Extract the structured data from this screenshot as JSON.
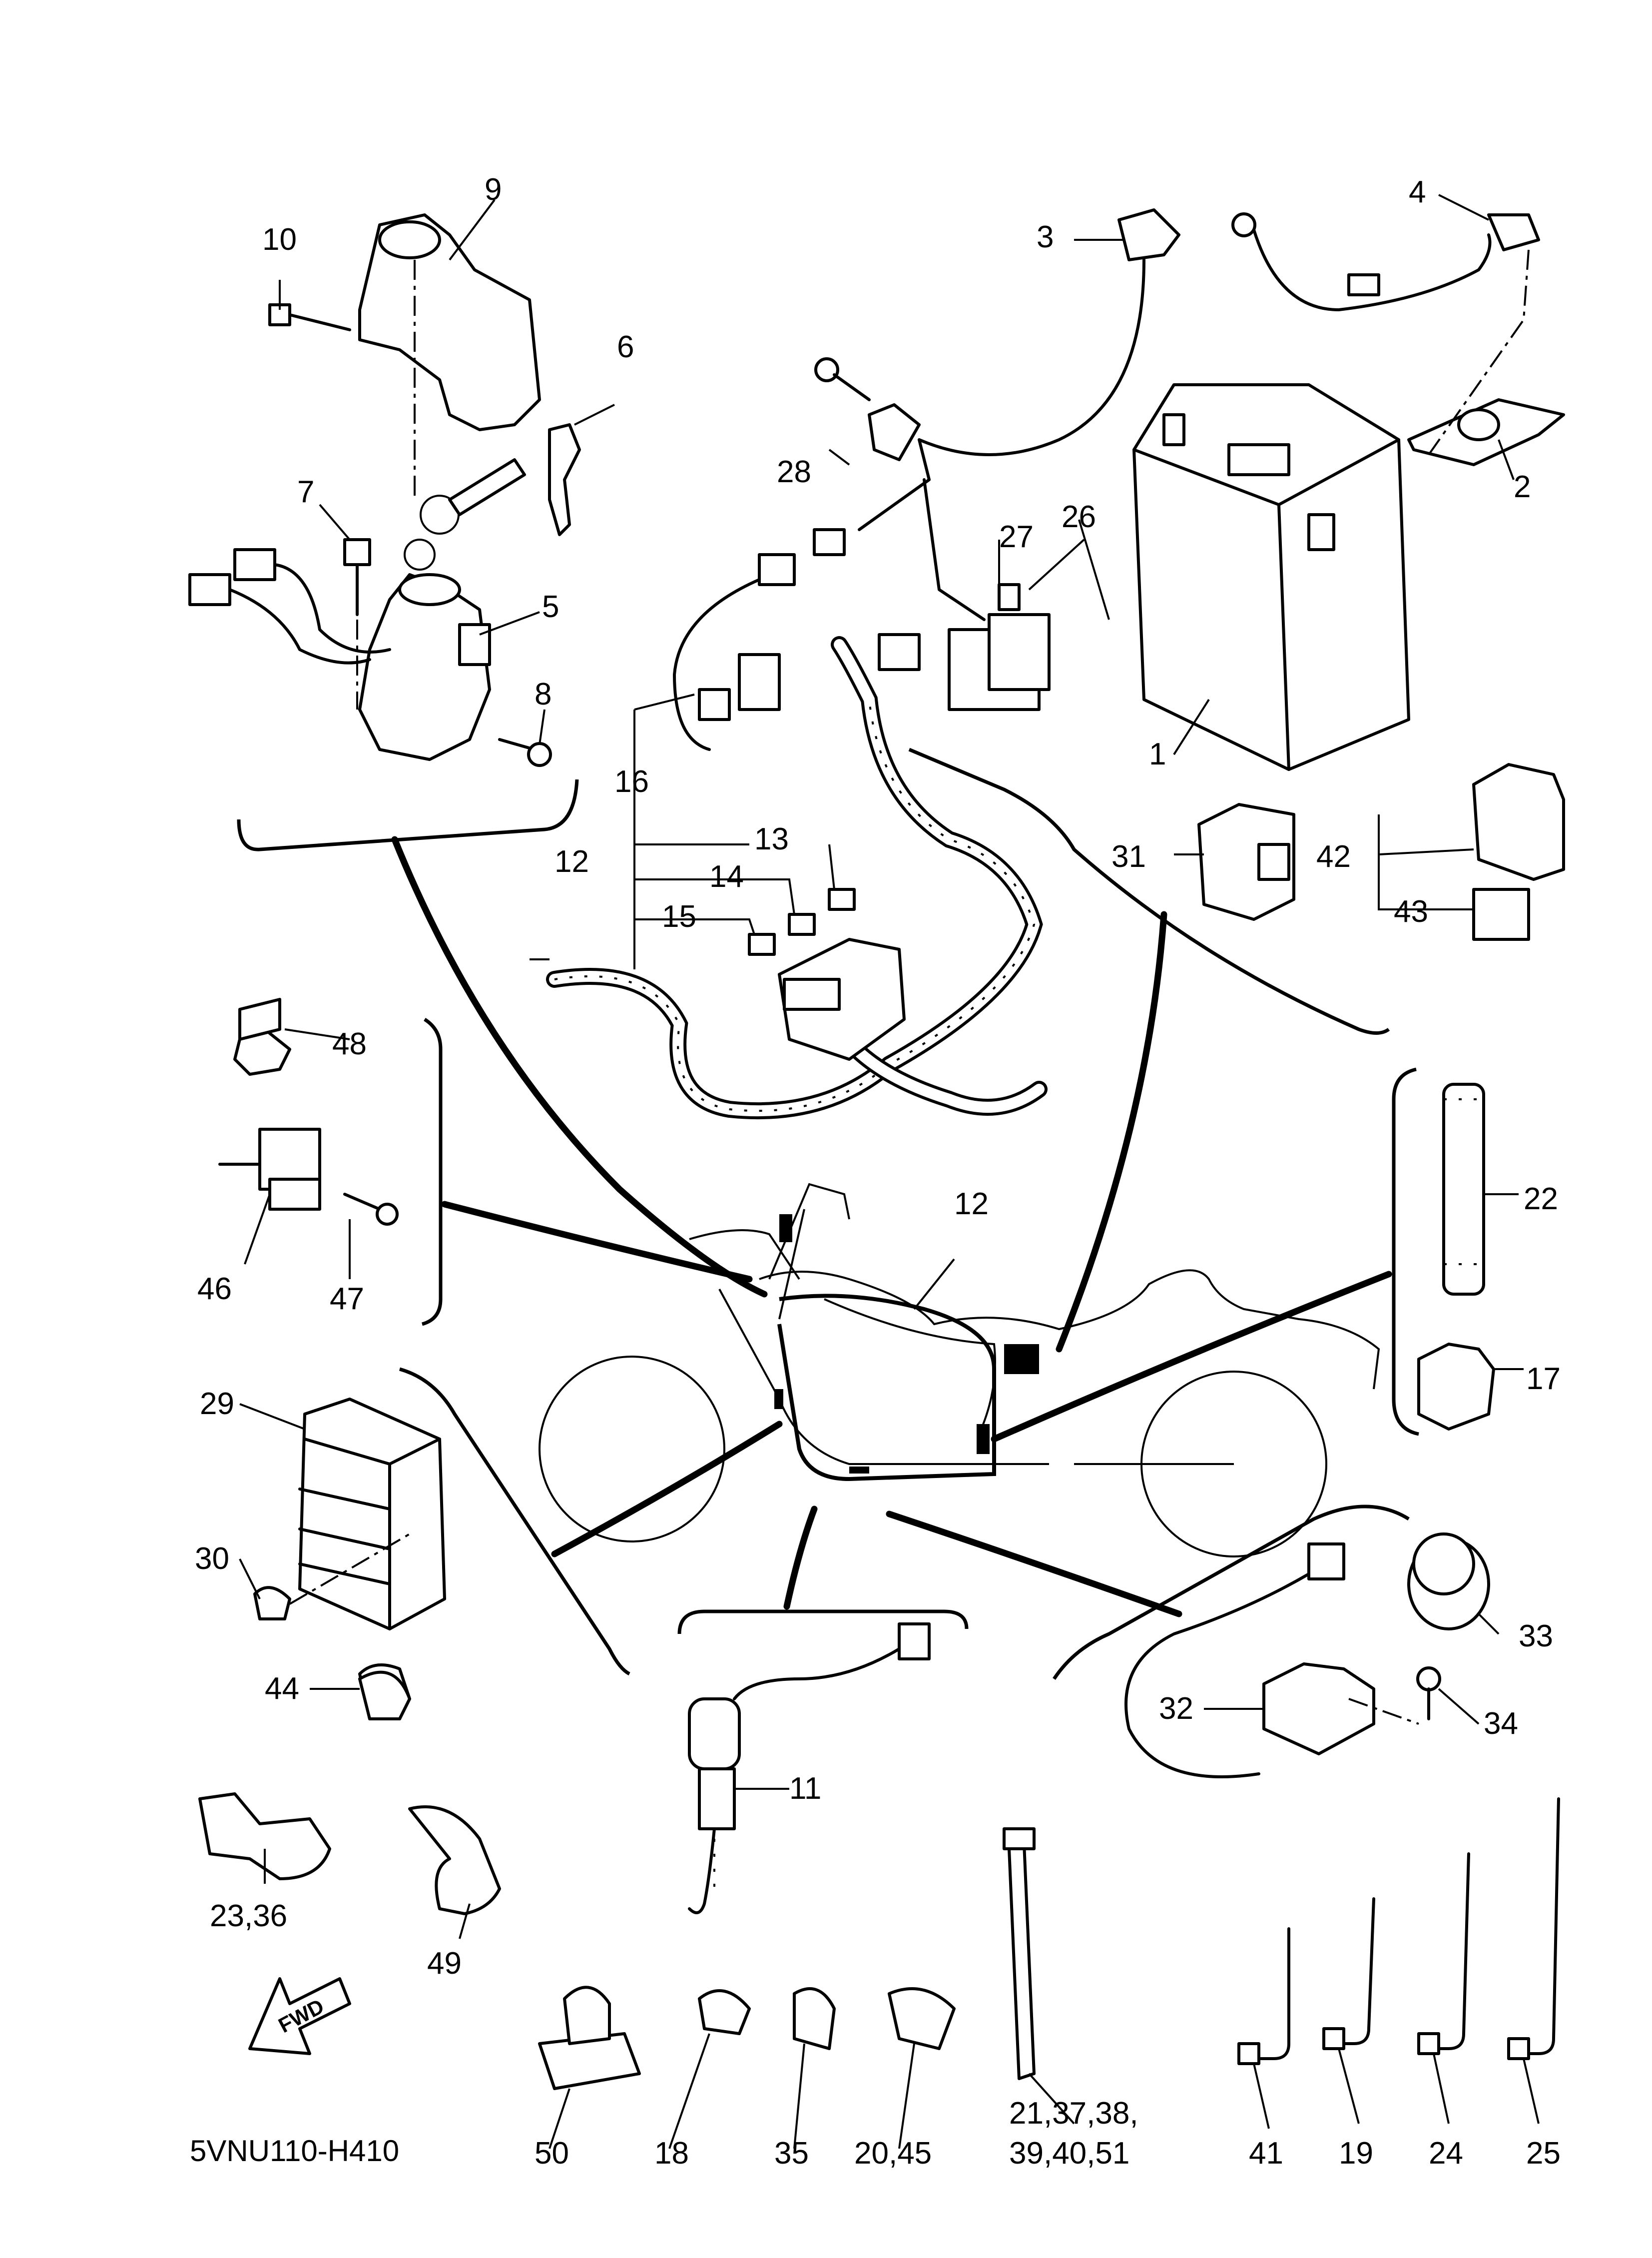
{
  "diagram": {
    "code": "5VNU110-H410",
    "fwd_label": "FWD",
    "labels": {
      "l1": "1",
      "l2": "2",
      "l3": "3",
      "l4": "4",
      "l5": "5",
      "l6": "6",
      "l7": "7",
      "l8": "8",
      "l9": "9",
      "l10": "10",
      "l11": "11",
      "l12a": "12",
      "l12b": "12",
      "l13": "13",
      "l14": "14",
      "l15": "15",
      "l16": "16",
      "l17": "17",
      "l18": "18",
      "l19": "19",
      "l20_45": "20,45",
      "l21_a": "21,37,38,",
      "l21_b": "39,40,51",
      "l22": "22",
      "l23_36": "23,36",
      "l24": "24",
      "l25": "25",
      "l26": "26",
      "l27": "27",
      "l28": "28",
      "l29": "29",
      "l30": "30",
      "l31": "31",
      "l32": "32",
      "l33": "33",
      "l34": "34",
      "l35": "35",
      "l41": "41",
      "l42": "42",
      "l43": "43",
      "l44": "44",
      "l46": "46",
      "l47": "47",
      "l48": "48",
      "l49": "49",
      "l50": "50"
    },
    "icons": [
      "battery-icon",
      "main-switch-icon",
      "key-icon",
      "fuse-box-icon",
      "relay-icon",
      "rectifier-regulator-icon",
      "wire-harness-icon",
      "motorcycle-outline-icon",
      "sidestand-switch-icon",
      "neutral-switch-icon",
      "band-icon",
      "clamp-icon",
      "stay-icon",
      "fwd-arrow-icon"
    ]
  }
}
